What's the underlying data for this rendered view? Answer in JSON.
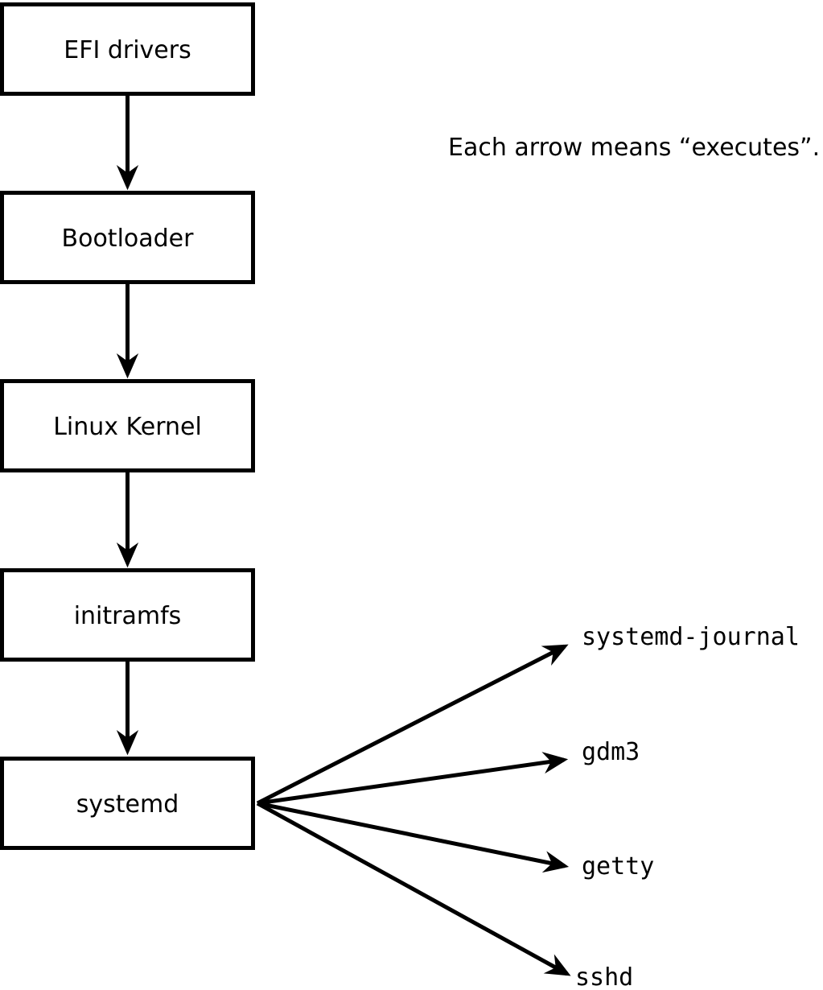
{
  "annotation": {
    "text": "Each arrow means “executes”."
  },
  "diagram": {
    "type": "flowchart",
    "arrow_meaning": "executes",
    "chain": [
      {
        "id": "efi-drivers",
        "label": "EFI drivers"
      },
      {
        "id": "bootloader",
        "label": "Bootloader"
      },
      {
        "id": "linux-kernel",
        "label": "Linux Kernel"
      },
      {
        "id": "initramfs",
        "label": "initramfs"
      },
      {
        "id": "systemd",
        "label": "systemd"
      }
    ],
    "spawned_processes": [
      {
        "id": "systemd-journal",
        "label": "systemd-journal"
      },
      {
        "id": "gdm3",
        "label": "gdm3"
      },
      {
        "id": "getty",
        "label": "getty"
      },
      {
        "id": "sshd",
        "label": "sshd"
      }
    ],
    "edges": [
      {
        "from": "EFI drivers",
        "to": "Bootloader",
        "relation": "executes"
      },
      {
        "from": "Bootloader",
        "to": "Linux Kernel",
        "relation": "executes"
      },
      {
        "from": "Linux Kernel",
        "to": "initramfs",
        "relation": "executes"
      },
      {
        "from": "initramfs",
        "to": "systemd",
        "relation": "executes"
      },
      {
        "from": "systemd",
        "to": "systemd-journal",
        "relation": "executes"
      },
      {
        "from": "systemd",
        "to": "gdm3",
        "relation": "executes"
      },
      {
        "from": "systemd",
        "to": "getty",
        "relation": "executes"
      },
      {
        "from": "systemd",
        "to": "sshd",
        "relation": "executes"
      }
    ]
  },
  "colors": {
    "background": "#ffffff",
    "line": "#000000",
    "text": "#000000",
    "box_fill": "#ffffff"
  }
}
